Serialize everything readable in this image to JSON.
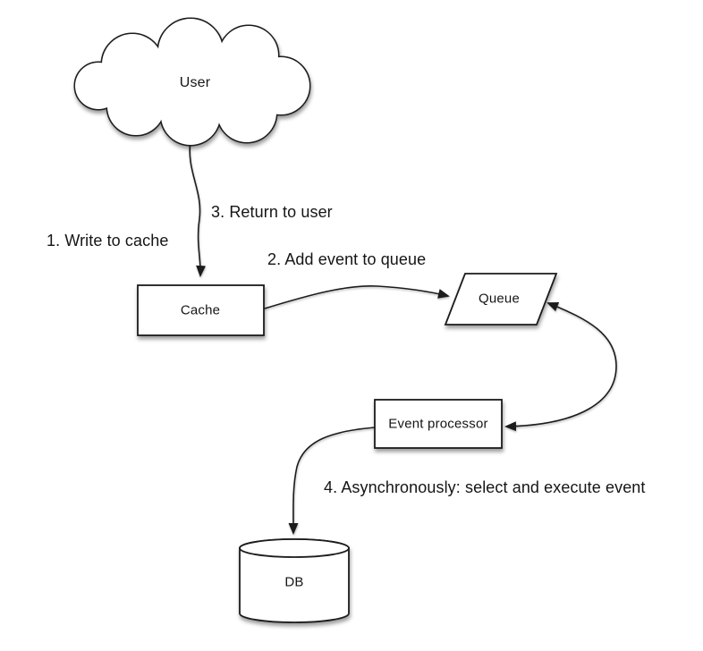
{
  "diagram": {
    "background_color": "#ffffff",
    "stroke_color": "#1c1c1c",
    "text_color": "#151515",
    "nodes": {
      "user": {
        "label": "User",
        "shape": "cloud"
      },
      "cache": {
        "label": "Cache",
        "shape": "rectangle"
      },
      "queue": {
        "label": "Queue",
        "shape": "parallelogram"
      },
      "event_processor": {
        "label": "Event processor",
        "shape": "rectangle"
      },
      "db": {
        "label": "DB",
        "shape": "cylinder"
      }
    },
    "steps": {
      "step1": {
        "label": "1. Write to cache"
      },
      "step2": {
        "label": "2. Add event to queue"
      },
      "step3": {
        "label": "3. Return to user"
      },
      "step4": {
        "label": "4. Asynchronously: select and execute event"
      }
    },
    "edges": [
      {
        "from": "user",
        "to": "cache",
        "arrow": "single"
      },
      {
        "from": "cache",
        "to": "queue",
        "arrow": "single"
      },
      {
        "from": "queue",
        "to": "event_processor",
        "arrow": "double"
      },
      {
        "from": "event_processor",
        "to": "db",
        "arrow": "single"
      }
    ]
  }
}
